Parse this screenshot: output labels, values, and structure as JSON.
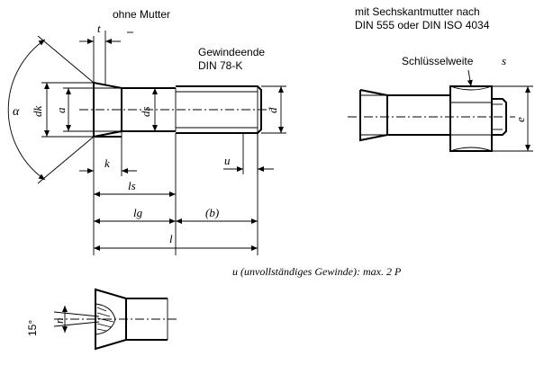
{
  "headings": {
    "left": "ohne Mutter",
    "right_line1": "mit Sechskantmutter nach",
    "right_line2": "DIN 555 oder DIN ISO 4034"
  },
  "annotations": {
    "thread_end_line1": "Gewindeende",
    "thread_end_line2": "DIN 78-K",
    "wrench_size_label": "Schlüsselweite",
    "wrench_size_symbol": "s",
    "incomplete_thread_note": "u (unvollständiges Gewinde): max. 2 P"
  },
  "dimension_labels": {
    "t": "t",
    "alpha": "α",
    "dk": "dk",
    "a": "a",
    "ds": "ds",
    "d": "d",
    "k": "k",
    "ls": "ls",
    "lg": "lg",
    "b": "(b)",
    "l": "l",
    "u": "u",
    "e": "e",
    "n": "n",
    "angle_15": "15°"
  }
}
